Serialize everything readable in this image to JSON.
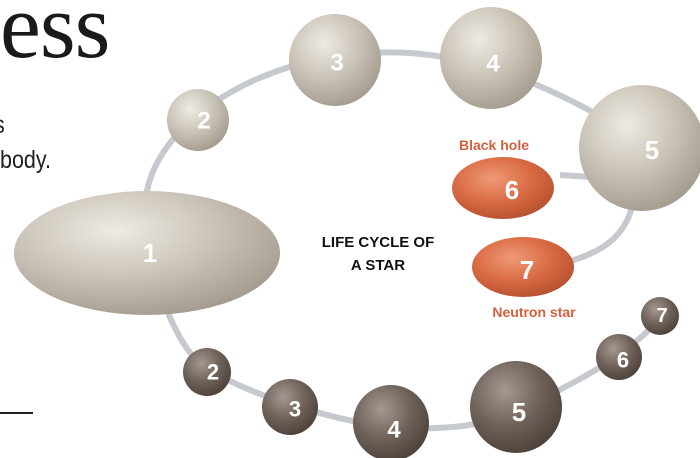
{
  "headline": "ess",
  "body_lines": [
    "s",
    "body."
  ],
  "center_title": [
    "LIFE CYCLE OF",
    "A STAR"
  ],
  "labels": {
    "black_hole": "Black hole",
    "neutron_star": "Neutron star"
  },
  "upper_path": [
    "1",
    "2",
    "3",
    "4",
    "5",
    "6",
    "7"
  ],
  "lower_path": [
    "2",
    "3",
    "4",
    "5",
    "6",
    "7"
  ],
  "colors": {
    "light_star": "#c9c2b6",
    "dark_star": "#6f625a",
    "remnant": "#d96a43",
    "orbit": "#c6cace",
    "label": "#d2613f"
  }
}
